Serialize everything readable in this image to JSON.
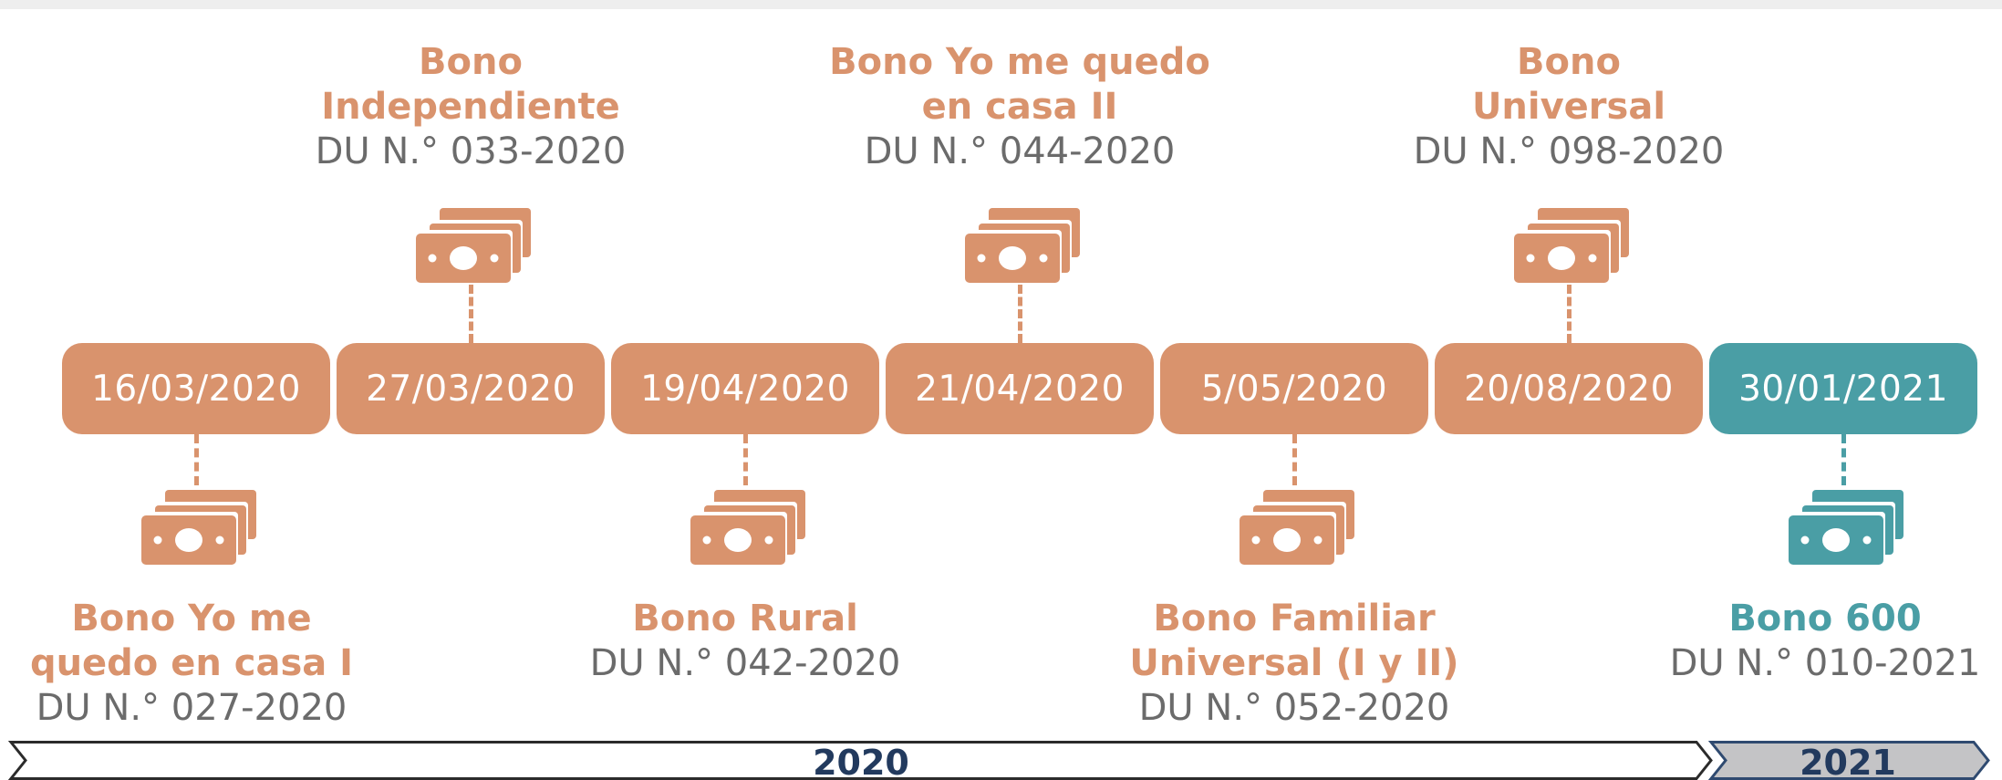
{
  "colors": {
    "orange": "#d9936d",
    "teal": "#4a9ea5",
    "gray_text": "#6b6b6b",
    "year_text": "#223a5e",
    "year_2021_fill": "#c4c4c6"
  },
  "timeline": [
    {
      "date": "16/03/2020",
      "side": "bottom",
      "color": "orange",
      "name_lines": [
        "Bono Yo me",
        "quedo en casa I"
      ],
      "code": "DU N.° 027-2020",
      "icon": "money-bills-icon"
    },
    {
      "date": "27/03/2020",
      "side": "top",
      "color": "orange",
      "name_lines": [
        "Bono",
        "Independiente"
      ],
      "code": "DU N.° 033-2020",
      "icon": "money-bills-icon"
    },
    {
      "date": "19/04/2020",
      "side": "bottom",
      "color": "orange",
      "name_lines": [
        "Bono Rural"
      ],
      "code": "DU N.° 042-2020",
      "icon": "money-bills-icon"
    },
    {
      "date": "21/04/2020",
      "side": "top",
      "color": "orange",
      "name_lines": [
        "Bono Yo me quedo",
        "en casa II"
      ],
      "code": "DU N.° 044-2020",
      "icon": "money-bills-icon"
    },
    {
      "date": "5/05/2020",
      "side": "bottom",
      "color": "orange",
      "name_lines": [
        "Bono Familiar",
        "Universal (I y II)"
      ],
      "code": "DU N.° 052-2020",
      "icon": "money-bills-icon"
    },
    {
      "date": "20/08/2020",
      "side": "top",
      "color": "orange",
      "name_lines": [
        "Bono",
        "Universal"
      ],
      "code": "DU N.° 098-2020",
      "icon": "money-bills-icon"
    },
    {
      "date": "30/01/2021",
      "side": "bottom",
      "color": "teal",
      "name_lines": [
        "Bono 600"
      ],
      "code": "DU N.° 010-2021",
      "icon": "money-bills-icon"
    }
  ],
  "years": [
    {
      "label": "2020"
    },
    {
      "label": "2021"
    }
  ]
}
